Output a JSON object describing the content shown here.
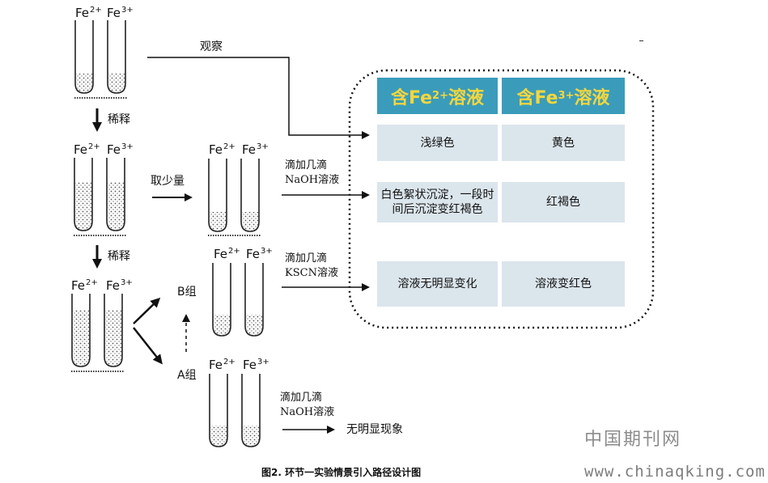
{
  "ions": {
    "fe": "Fe",
    "fe2_charge": "2+",
    "fe3_charge": "3+"
  },
  "steps": {
    "observe": "观察",
    "dilute1": "稀释",
    "dilute2": "稀释",
    "take_small": "取少量",
    "add_naoh_line1": "滴加几滴",
    "add_naoh_line2": "NaOH溶液",
    "add_kscn_line1": "滴加几滴",
    "add_kscn_line2": "KSCN溶液",
    "group_b": "B组",
    "group_a": "A组",
    "add_naoh_a_line1": "滴加几滴",
    "add_naoh_a_line2": "NaOH溶液",
    "no_phenomenon": "无明显现象"
  },
  "table": {
    "headers": [
      {
        "prefix": "含Fe",
        "charge": "2+",
        "suffix": "溶液"
      },
      {
        "prefix": "含Fe",
        "charge": "3+",
        "suffix": "溶液"
      }
    ],
    "rows": [
      [
        "浅绿色",
        "黄色"
      ],
      [
        "白色絮状沉淀，一段时间后沉淀变红褐色",
        "红褐色"
      ],
      [
        "溶液无明显变化",
        "溶液变红色"
      ]
    ],
    "header_bg": "#3a9cba",
    "header_text_color": "#f4d63d",
    "cell_bg": "#dbe5ec"
  },
  "caption": "图2. 环节一实验情景引入路径设计图",
  "watermark": {
    "name": "中国期刊网",
    "url": "www.chinaqking.com"
  }
}
